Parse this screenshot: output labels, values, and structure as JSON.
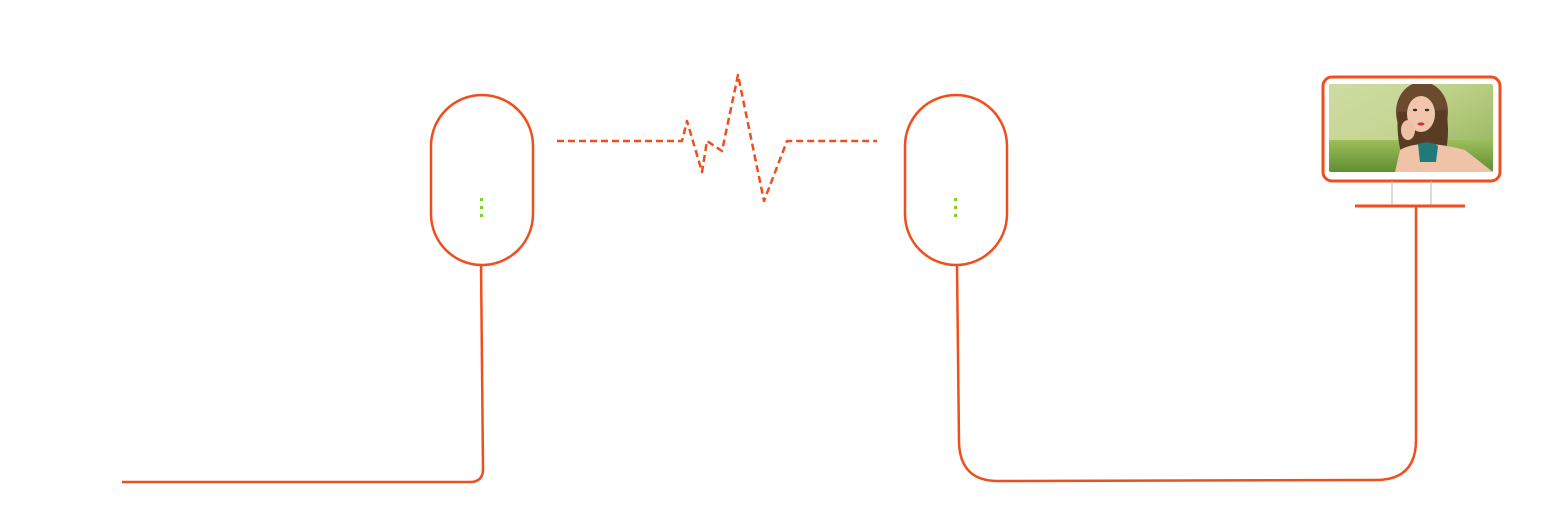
{
  "diagram": {
    "nodes": [
      {
        "id": "adapter-left",
        "kind": "powerline-adapter",
        "indicator": "three-dot-led"
      },
      {
        "id": "adapter-right",
        "kind": "powerline-adapter",
        "indicator": "three-dot-led"
      },
      {
        "id": "monitor",
        "kind": "display-monitor",
        "screen_content": "portrait photo"
      }
    ],
    "links": [
      {
        "from": "adapter-left",
        "to": "adapter-right",
        "style": "dashed-signal"
      },
      {
        "from": "adapter-left",
        "to": "left-edge",
        "style": "solid-cable"
      },
      {
        "from": "adapter-right",
        "to": "monitor",
        "style": "solid-cable"
      }
    ]
  },
  "colors": {
    "stroke": "#ee4f1f",
    "led": "#7ed321",
    "background": "#ffffff"
  }
}
